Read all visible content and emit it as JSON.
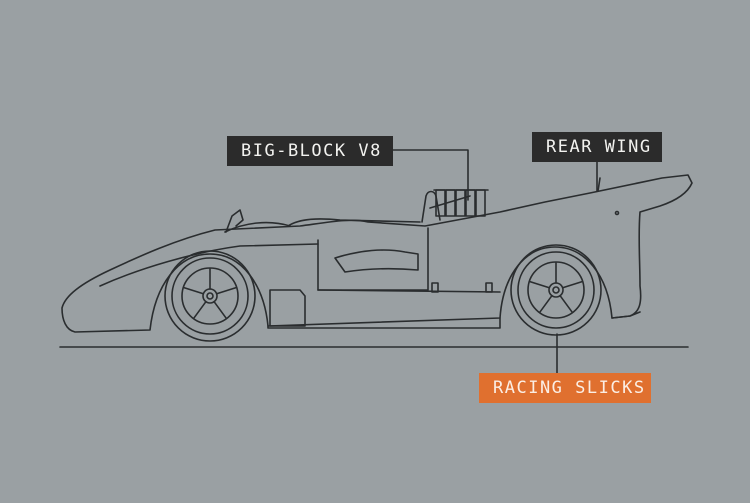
{
  "labels": {
    "engine": "BIG-BLOCK V8",
    "rear_wing": "REAR WING",
    "tires": "RACING SLICKS"
  },
  "colors": {
    "background": "#9aa0a3",
    "line": "#2a2d2f",
    "label_dark": "#2b2b2b",
    "label_accent": "#e0702f"
  }
}
